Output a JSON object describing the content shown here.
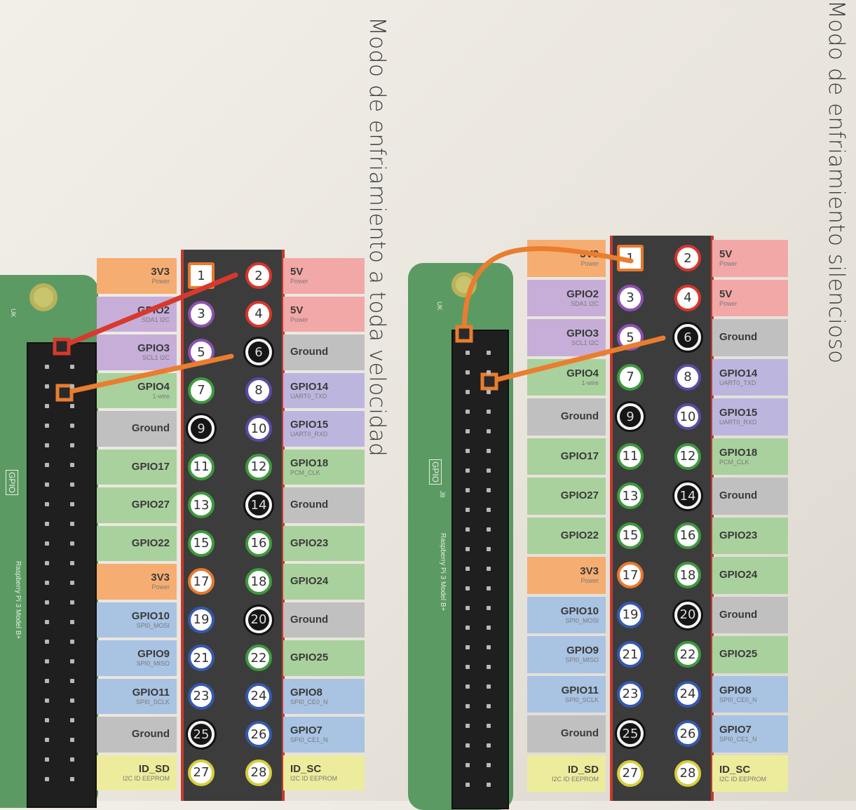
{
  "captions": {
    "full_speed": "Modo de enfriamiento a toda velocidad",
    "silent": "Modo de enfriamiento silencioso"
  },
  "colors": {
    "power33": "#f5ad72",
    "power5": "#f2a8a6",
    "i2c": "#c6aed8",
    "gpio": "#a9d19d",
    "ground": "#c0c0c0",
    "uart": "#bcb6df",
    "spi": "#a9c3e3",
    "eeprom": "#ecec9c",
    "ring_power33": "#e9782d",
    "ring_power5": "#d9362d",
    "ring_i2c": "#8e51b0",
    "ring_gpio": "#3e9a3e",
    "ring_ground": "#111111",
    "ring_uart": "#5b4aa8",
    "ring_spi": "#3659b0",
    "ring_eeprom": "#d6cf3e",
    "wire_red": "#d8392d",
    "wire_orange": "#ea7d2e"
  },
  "pins": [
    {
      "left_name": "3V3",
      "left_sub": "Power",
      "left_type": "power33",
      "left_pin": "1",
      "right_pin": "2",
      "right_name": "5V",
      "right_sub": "Power",
      "right_type": "power5"
    },
    {
      "left_name": "GPIO2",
      "left_sub": "SDA1 I2C",
      "left_type": "i2c",
      "left_pin": "3",
      "right_pin": "4",
      "right_name": "5V",
      "right_sub": "Power",
      "right_type": "power5"
    },
    {
      "left_name": "GPIO3",
      "left_sub": "SCL1 I2C",
      "left_type": "i2c",
      "left_pin": "5",
      "right_pin": "6",
      "right_name": "Ground",
      "right_sub": "",
      "right_type": "ground"
    },
    {
      "left_name": "GPIO4",
      "left_sub": "1-wire",
      "left_type": "gpio",
      "left_pin": "7",
      "right_pin": "8",
      "right_name": "GPIO14",
      "right_sub": "UART0_TXD",
      "right_type": "uart"
    },
    {
      "left_name": "Ground",
      "left_sub": "",
      "left_type": "ground",
      "left_pin": "9",
      "right_pin": "10",
      "right_name": "GPIO15",
      "right_sub": "UART0_RXD",
      "right_type": "uart"
    },
    {
      "left_name": "GPIO17",
      "left_sub": "",
      "left_type": "gpio",
      "left_pin": "11",
      "right_pin": "12",
      "right_name": "GPIO18",
      "right_sub": "PCM_CLK",
      "right_type": "gpio"
    },
    {
      "left_name": "GPIO27",
      "left_sub": "",
      "left_type": "gpio",
      "left_pin": "13",
      "right_pin": "14",
      "right_name": "Ground",
      "right_sub": "",
      "right_type": "ground"
    },
    {
      "left_name": "GPIO22",
      "left_sub": "",
      "left_type": "gpio",
      "left_pin": "15",
      "right_pin": "16",
      "right_name": "GPIO23",
      "right_sub": "",
      "right_type": "gpio"
    },
    {
      "left_name": "3V3",
      "left_sub": "Power",
      "left_type": "power33",
      "left_pin": "17",
      "right_pin": "18",
      "right_name": "GPIO24",
      "right_sub": "",
      "right_type": "gpio"
    },
    {
      "left_name": "GPIO10",
      "left_sub": "SPI0_MOSI",
      "left_type": "spi",
      "left_pin": "19",
      "right_pin": "20",
      "right_name": "Ground",
      "right_sub": "",
      "right_type": "ground"
    },
    {
      "left_name": "GPIO9",
      "left_sub": "SPI0_MISO",
      "left_type": "spi",
      "left_pin": "21",
      "right_pin": "22",
      "right_name": "GPIO25",
      "right_sub": "",
      "right_type": "gpio"
    },
    {
      "left_name": "GPIO11",
      "left_sub": "SPI0_SCLK",
      "left_type": "spi",
      "left_pin": "23",
      "right_pin": "24",
      "right_name": "GPIO8",
      "right_sub": "SPI0_CE0_N",
      "right_type": "spi"
    },
    {
      "left_name": "Ground",
      "left_sub": "",
      "left_type": "ground",
      "left_pin": "25",
      "right_pin": "26",
      "right_name": "GPIO7",
      "right_sub": "SPI0_CE1_N",
      "right_type": "spi"
    },
    {
      "left_name": "ID_SD",
      "left_sub": "I2C ID EEPROM",
      "left_type": "eeprom",
      "left_pin": "27",
      "right_pin": "28",
      "right_name": "ID_SC",
      "right_sub": "I2C ID EEPROM",
      "right_type": "eeprom"
    }
  ],
  "board_labels": {
    "gpio_tag": "GPIO",
    "j8_tag": "J8",
    "uk_tag": "UK",
    "model_text": "Raspberry Pi 3 Model B+"
  }
}
